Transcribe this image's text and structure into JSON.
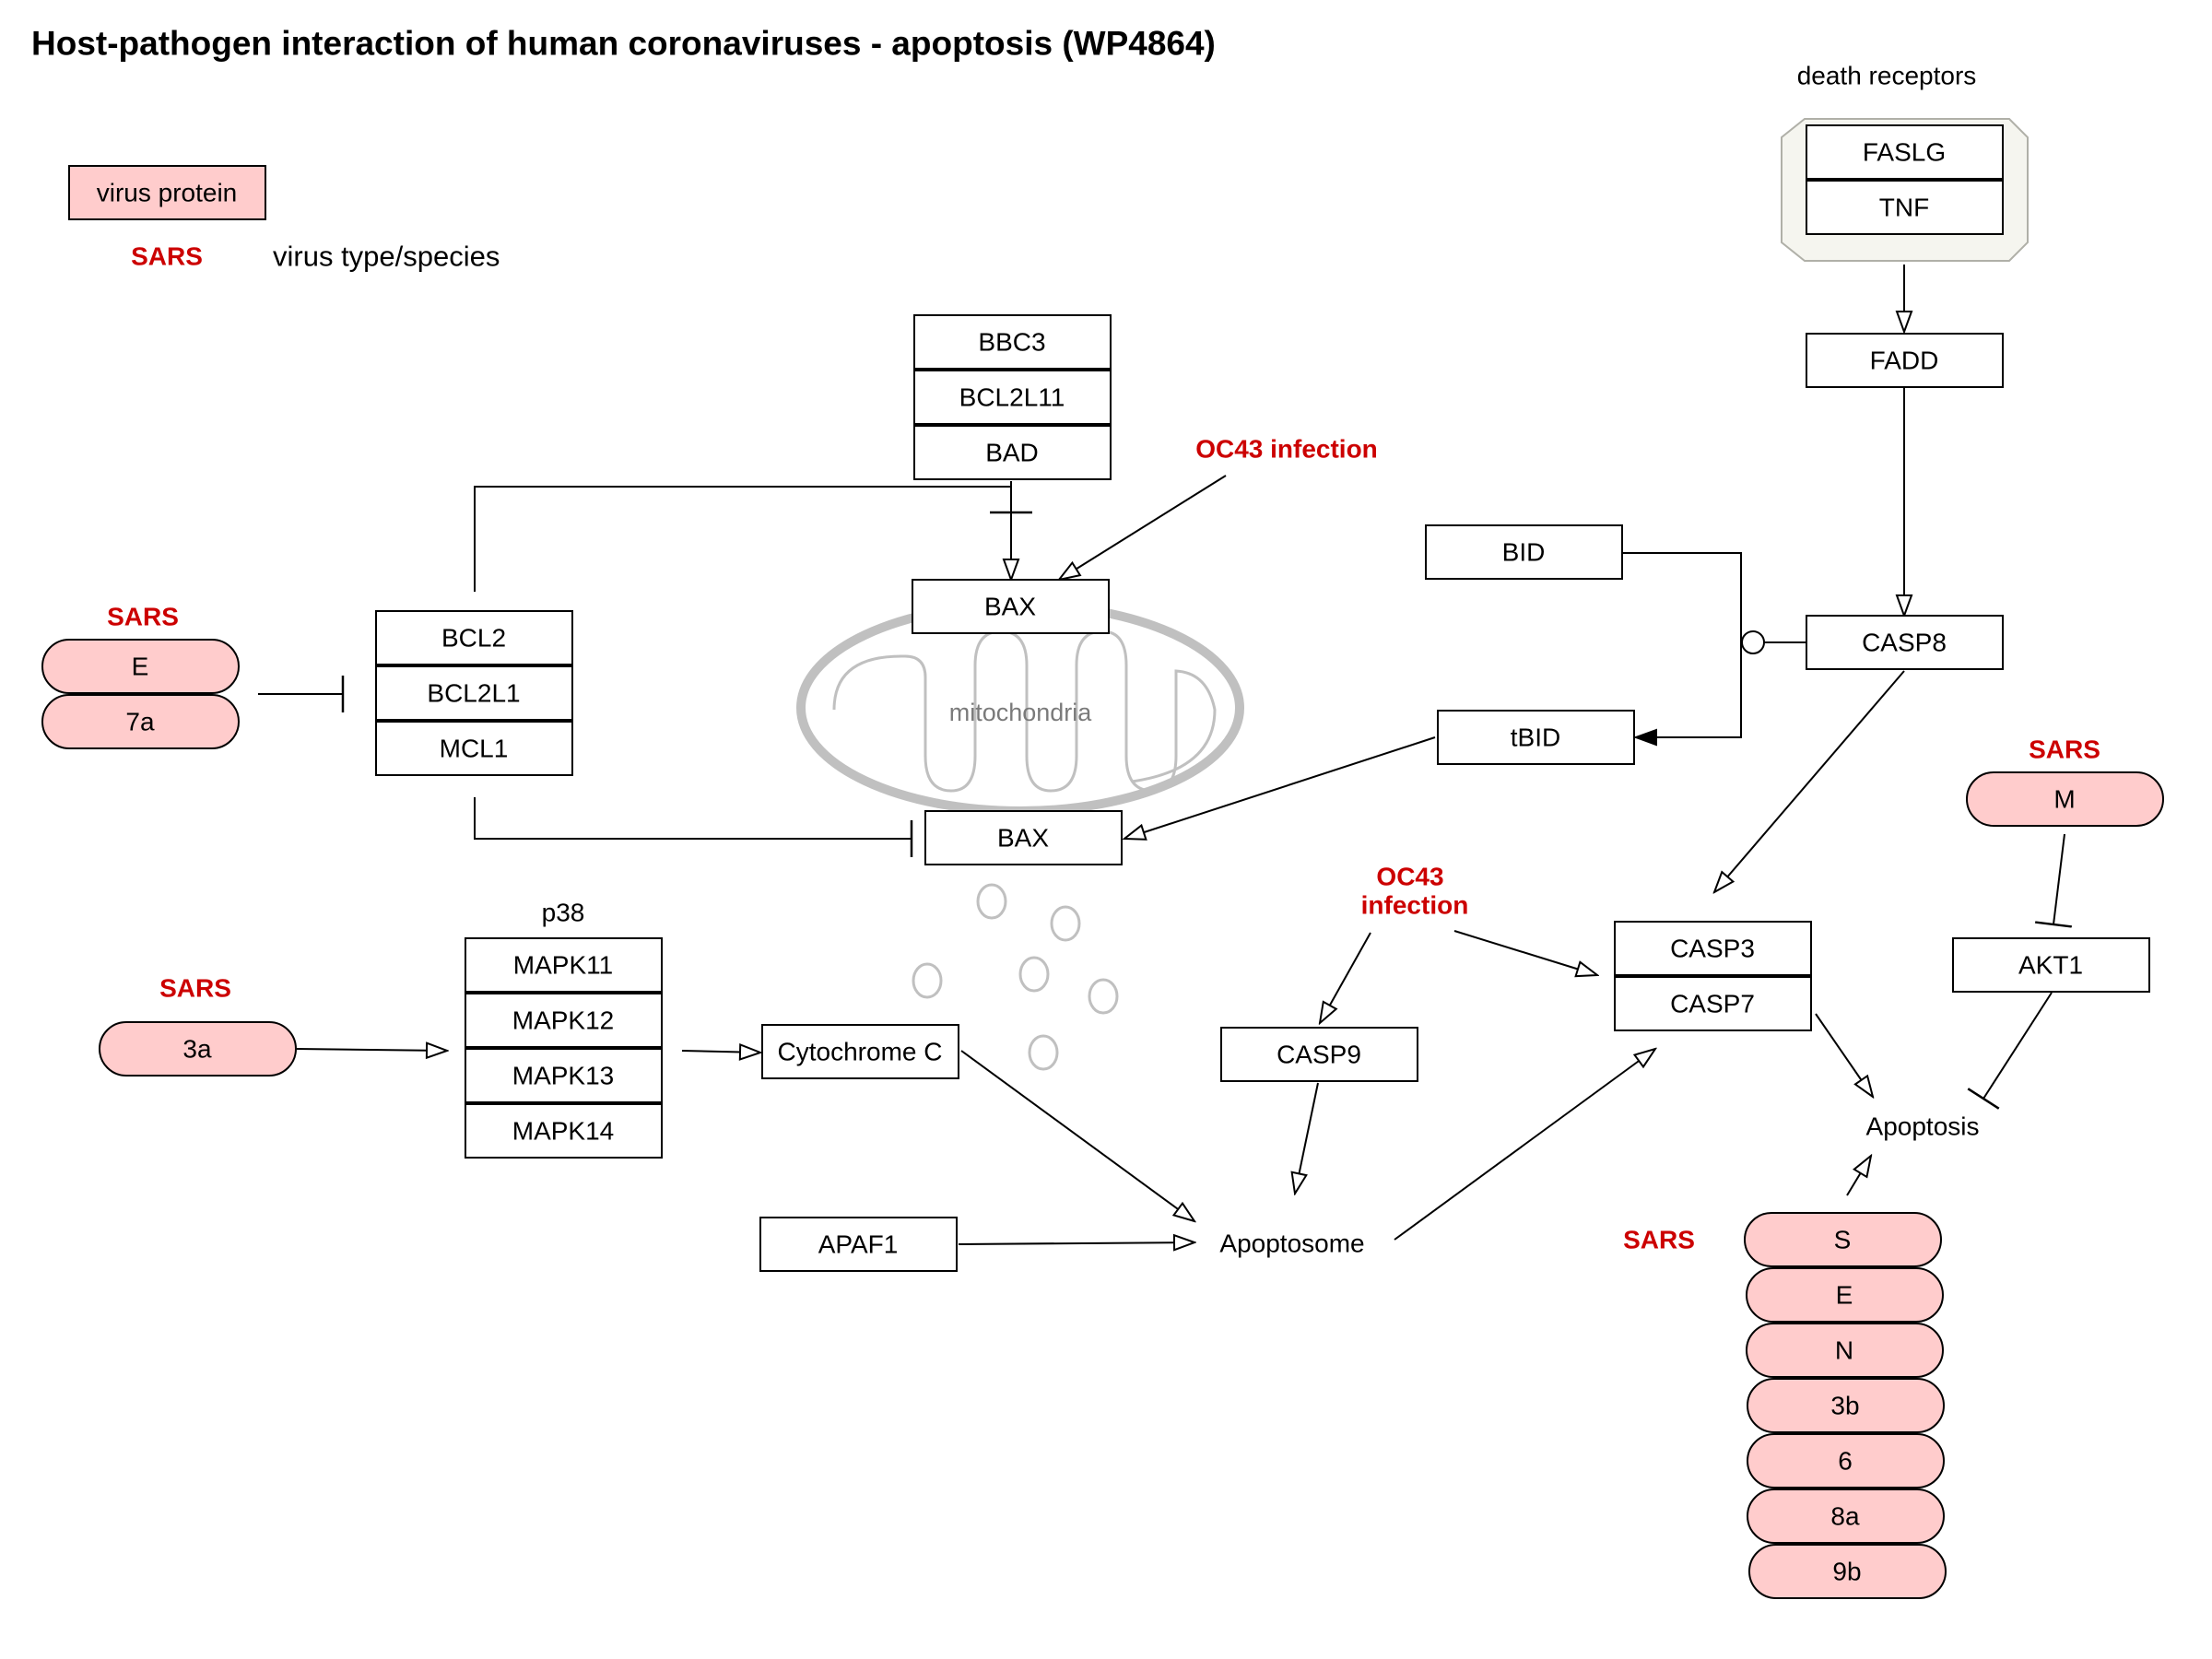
{
  "title": "Host-pathogen interaction of human coronaviruses - apoptosis (WP4864)",
  "colors": {
    "virus_fill": "#ffcccc",
    "virus_label": "#cc0000",
    "mitochondria": "#c0c0c0",
    "receptor_group": "#f5f5ef"
  },
  "legend": {
    "virus_protein": "virus protein",
    "virus_tag": "SARS",
    "virus_type": "virus type/species"
  },
  "labels": {
    "death_receptors": "death receptors",
    "mitochondria": "mitochondria",
    "p38": "p38",
    "oc43_infection_top": "OC43 infection",
    "oc43_infection_mid": [
      "OC43",
      "infection"
    ],
    "sars_e7a": "SARS",
    "sars_3a": "SARS",
    "sars_m": "SARS",
    "sars_bottom": "SARS",
    "apoptosome": "Apoptosome",
    "apoptosis": "Apoptosis"
  },
  "genes": {
    "FASLG": "FASLG",
    "TNF": "TNF",
    "FADD": "FADD",
    "CASP8": "CASP8",
    "BID": "BID",
    "tBID": "tBID",
    "BBC3": "BBC3",
    "BCL2L11": "BCL2L11",
    "BAD": "BAD",
    "BAX_top": "BAX",
    "BAX_bottom": "BAX",
    "BCL2": "BCL2",
    "BCL2L1": "BCL2L1",
    "MCL1": "MCL1",
    "MAPK11": "MAPK11",
    "MAPK12": "MAPK12",
    "MAPK13": "MAPK13",
    "MAPK14": "MAPK14",
    "CytochromeC": "Cytochrome C",
    "APAF1": "APAF1",
    "CASP9": "CASP9",
    "CASP3": "CASP3",
    "CASP7": "CASP7",
    "AKT1": "AKT1"
  },
  "virus_proteins": {
    "E_left": "E",
    "7a": "7a",
    "3a": "3a",
    "M": "M",
    "S": "S",
    "E_right": "E",
    "N": "N",
    "3b": "3b",
    "6": "6",
    "8a": "8a",
    "9b": "9b"
  }
}
